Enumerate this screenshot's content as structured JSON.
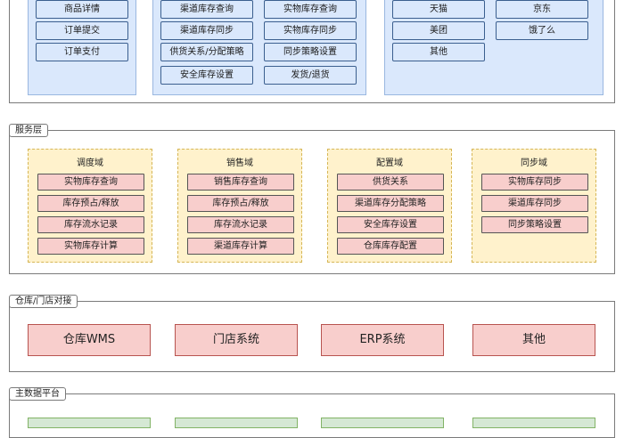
{
  "top_layer": {
    "group1": [
      "商品详情",
      "订单提交",
      "订单支付"
    ],
    "group2": [
      "渠道库存查询",
      "实物库存查询",
      "渠道库存同步",
      "实物库存同步",
      "供货关系/分配策略",
      "同步策略设置",
      "安全库存设置",
      "发货/退货"
    ],
    "group3": [
      "天猫",
      "京东",
      "美团",
      "饿了么",
      "其他"
    ]
  },
  "service_layer": {
    "label": "服务层",
    "domains": [
      {
        "title": "调度域",
        "items": [
          "实物库存查询",
          "库存预占/释放",
          "库存流水记录",
          "实物库存计算"
        ]
      },
      {
        "title": "销售域",
        "items": [
          "销售库存查询",
          "库存预占/释放",
          "库存流水记录",
          "渠道库存计算"
        ]
      },
      {
        "title": "配置域",
        "items": [
          "供货关系",
          "渠道库存分配策略",
          "安全库存设置",
          "仓库库存配置"
        ]
      },
      {
        "title": "同步域",
        "items": [
          "实物库存同步",
          "渠道库存同步",
          "同步策略设置"
        ]
      }
    ]
  },
  "warehouse_layer": {
    "label": "仓库/门店对接",
    "systems": [
      "仓库WMS",
      "门店系统",
      "ERP系统",
      "其他"
    ]
  },
  "master_layer": {
    "label": "主数据平台"
  },
  "colors": {
    "blue_fill": "#dae8fc",
    "yellow_fill": "#fff2cc",
    "pink_fill": "#f8cecc",
    "green_fill": "#d5e8d4"
  }
}
